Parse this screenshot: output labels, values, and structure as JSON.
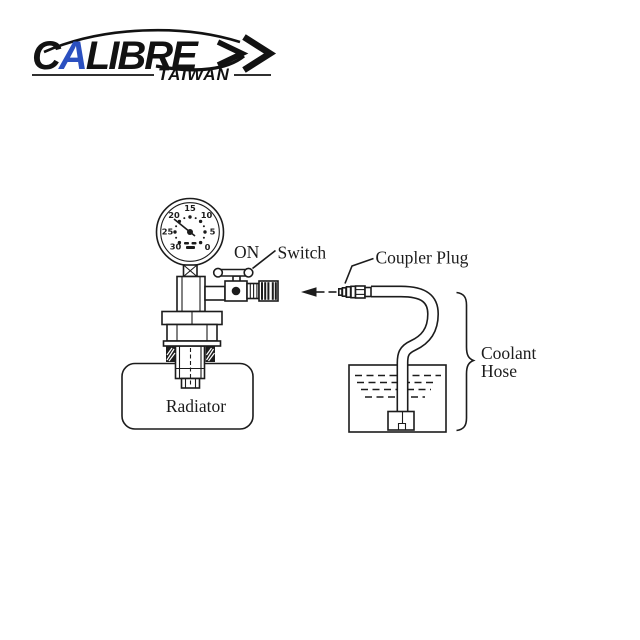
{
  "page": {
    "background": "#ffffff",
    "line_color": "#1c1c1c"
  },
  "logo": {
    "brand_pre": "C",
    "brand_accent": "A",
    "brand_post": "LIBRE",
    "subtitle": "TAIWAN",
    "accent_color": "#2b50c0",
    "text_color": "#121212"
  },
  "diagram": {
    "gauge": {
      "scale": [
        "0",
        "5",
        "10",
        "15",
        "20",
        "25",
        "30"
      ]
    },
    "labels": {
      "on": "ON",
      "switch": "Switch",
      "coupler_plug": "Coupler Plug",
      "coolant_line1": "Coolant",
      "coolant_line2": "Hose",
      "radiator": "Radiator"
    }
  }
}
